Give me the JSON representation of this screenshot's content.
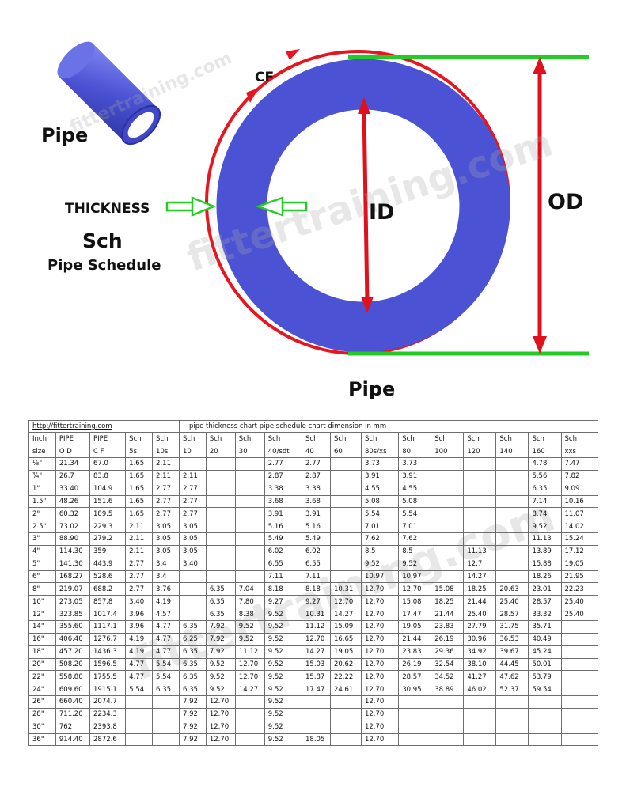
{
  "diagram": {
    "pipe_label": "Pipe",
    "cf_label": "CF",
    "thickness_label": "THICKNESS",
    "sch_label": "Sch",
    "schedule_label": "Pipe Schedule",
    "id_label": "ID",
    "od_label": "OD",
    "bottom_label": "Pipe",
    "watermark": "fittertraining.com",
    "colors": {
      "pipe_blue": "#4B52D4",
      "cf_red": "#E8141E",
      "od_green": "#22CC22",
      "arrow_red": "#E0101C"
    }
  },
  "table": {
    "website": "http://fittertraining.com",
    "title": "pipe thickness chart      pipe schedule chart dimension in mm",
    "header1": [
      "Inch",
      "PIPE",
      "PIPE",
      "Sch",
      "Sch",
      "Sch",
      "Sch",
      "Sch",
      "Sch",
      "Sch",
      "Sch",
      "Sch",
      "Sch",
      "Sch",
      "Sch",
      "Sch",
      "Sch",
      "Sch",
      "Sch"
    ],
    "header2": [
      "size",
      "O D",
      "C F",
      "5s",
      "10s",
      "10",
      "20",
      "30",
      "40/sdt",
      "40",
      "60",
      "80s/xs",
      "80",
      "100",
      "120",
      "140",
      "160",
      "xxs",
      ""
    ],
    "rows": [
      [
        "⅛\"",
        "21.34",
        "67.0",
        "1.65",
        "2.11",
        "",
        "",
        "",
        "2.77",
        "2.77",
        "",
        "3.73",
        "3.73",
        "",
        "",
        "",
        "4.78",
        "7.47"
      ],
      [
        "¾\"",
        "26.7",
        "83.8",
        "1.65",
        "2.11",
        "2.11",
        "",
        "",
        "2.87",
        "2.87",
        "",
        "3.91",
        "3.91",
        "",
        "",
        "",
        "5.56",
        "7.82"
      ],
      [
        "1\"",
        "33.40",
        "104.9",
        "1.65",
        "2.77",
        "2.77",
        "",
        "",
        "3.38",
        "3.38",
        "",
        "4.55",
        "4.55",
        "",
        "",
        "",
        "6.35",
        "9.09"
      ],
      [
        "1.5\"",
        "48.26",
        "151.6",
        "1.65",
        "2.77",
        "2.77",
        "",
        "",
        "3.68",
        "3.68",
        "",
        "5.08",
        "5.08",
        "",
        "",
        "",
        "7.14",
        "10.16"
      ],
      [
        "2\"",
        "60.32",
        "189.5",
        "1.65",
        "2.77",
        "2.77",
        "",
        "",
        "3.91",
        "3.91",
        "",
        "5.54",
        "5.54",
        "",
        "",
        "",
        "8.74",
        "11.07"
      ],
      [
        "2.5\"",
        "73.02",
        "229.3",
        "2.11",
        "3.05",
        "3.05",
        "",
        "",
        "5.16",
        "5.16",
        "",
        "7.01",
        "7.01",
        "",
        "",
        "",
        "9.52",
        "14.02"
      ],
      [
        "3\"",
        "88.90",
        "279.2",
        "2.11",
        "3.05",
        "3.05",
        "",
        "",
        "5.49",
        "5.49",
        "",
        "7.62",
        "7.62",
        "",
        "",
        "",
        "11.13",
        "15.24"
      ],
      [
        "4\"",
        "114.30",
        "359",
        "2.11",
        "3.05",
        "3.05",
        "",
        "",
        "6.02",
        "6.02",
        "",
        "8.5",
        "8.5",
        "",
        "11.13",
        "",
        "13.89",
        "17.12"
      ],
      [
        "5\"",
        "141.30",
        "443.9",
        "2.77",
        "3.4",
        "3.40",
        "",
        "",
        "6.55",
        "6.55",
        "",
        "9.52",
        "9.52",
        "",
        "12.7",
        "",
        "15.88",
        "19.05"
      ],
      [
        "6\"",
        "168.27",
        "528.6",
        "2.77",
        "3.4",
        "",
        "",
        "",
        "7.11",
        "7.11",
        "",
        "10.97",
        "10.97",
        "",
        "14.27",
        "",
        "18.26",
        "21.95"
      ],
      [
        "8\"",
        "219.07",
        "688.2",
        "2.77",
        "3.76",
        "",
        "6.35",
        "7.04",
        "8.18",
        "8.18",
        "10.31",
        "12.70",
        "12.70",
        "15.08",
        "18.25",
        "20.63",
        "23.01",
        "22.23"
      ],
      [
        "10\"",
        "273.05",
        "857.8",
        "3.40",
        "4.19",
        "",
        "6.35",
        "7.80",
        "9.27",
        "9.27",
        "12.70",
        "12.70",
        "15.08",
        "18.25",
        "21.44",
        "25.40",
        "28.57",
        "25.40"
      ],
      [
        "12\"",
        "323.85",
        "1017.4",
        "3.96",
        "4.57",
        "",
        "6.35",
        "8.38",
        "9.52",
        "10.31",
        "14.27",
        "12.70",
        "17.47",
        "21.44",
        "25.40",
        "28.57",
        "33.32",
        "25.40"
      ],
      [
        "14\"",
        "355.60",
        "1117.1",
        "3.96",
        "4.77",
        "6.35",
        "7.92",
        "9.52",
        "9.52",
        "11.12",
        "15.09",
        "12.70",
        "19.05",
        "23.83",
        "27.79",
        "31.75",
        "35.71",
        ""
      ],
      [
        "16\"",
        "406.40",
        "1276.7",
        "4.19",
        "4.77",
        "6.25",
        "7.92",
        "9.52",
        "9.52",
        "12.70",
        "16.65",
        "12.70",
        "21.44",
        "26.19",
        "30.96",
        "36.53",
        "40.49",
        ""
      ],
      [
        "18\"",
        "457.20",
        "1436.3",
        "4.19",
        "4.77",
        "6.35",
        "7.92",
        "11.12",
        "9.52",
        "14.27",
        "19.05",
        "12.70",
        "23.83",
        "29.36",
        "34.92",
        "39.67",
        "45.24",
        ""
      ],
      [
        "20\"",
        "508.20",
        "1596.5",
        "4.77",
        "5.54",
        "6.35",
        "9.52",
        "12.70",
        "9.52",
        "15.03",
        "20.62",
        "12.70",
        "26.19",
        "32.54",
        "38.10",
        "44.45",
        "50.01",
        ""
      ],
      [
        "22\"",
        "558.80",
        "1755.5",
        "4.77",
        "5.54",
        "6.35",
        "9.52",
        "12.70",
        "9.52",
        "15.87",
        "22.22",
        "12.70",
        "28.57",
        "34.52",
        "41.27",
        "47.62",
        "53.79",
        ""
      ],
      [
        "24\"",
        "609.60",
        "1915.1",
        "5.54",
        "6.35",
        "6.35",
        "9.52",
        "14.27",
        "9.52",
        "17.47",
        "24.61",
        "12.70",
        "30.95",
        "38.89",
        "46.02",
        "52.37",
        "59.54",
        ""
      ],
      [
        "26\"",
        "660.40",
        "2074.7",
        "",
        "",
        "7.92",
        "12.70",
        "",
        "9.52",
        "",
        "",
        "12.70",
        "",
        "",
        "",
        "",
        "",
        ""
      ],
      [
        "28\"",
        "711.20",
        "2234.3",
        "",
        "",
        "7.92",
        "12.70",
        "",
        "9.52",
        "",
        "",
        "12.70",
        "",
        "",
        "",
        "",
        "",
        ""
      ],
      [
        "30\"",
        "762",
        "2393.8",
        "",
        "",
        "7.92",
        "12.70",
        "",
        "9.52",
        "",
        "",
        "12.70",
        "",
        "",
        "",
        "",
        "",
        ""
      ],
      [
        "36\"",
        "914.40",
        "2872.6",
        "",
        "",
        "7.92",
        "12.70",
        "",
        "9.52",
        "18.05",
        "",
        "12.70",
        "",
        "",
        "",
        "",
        "",
        ""
      ]
    ]
  }
}
